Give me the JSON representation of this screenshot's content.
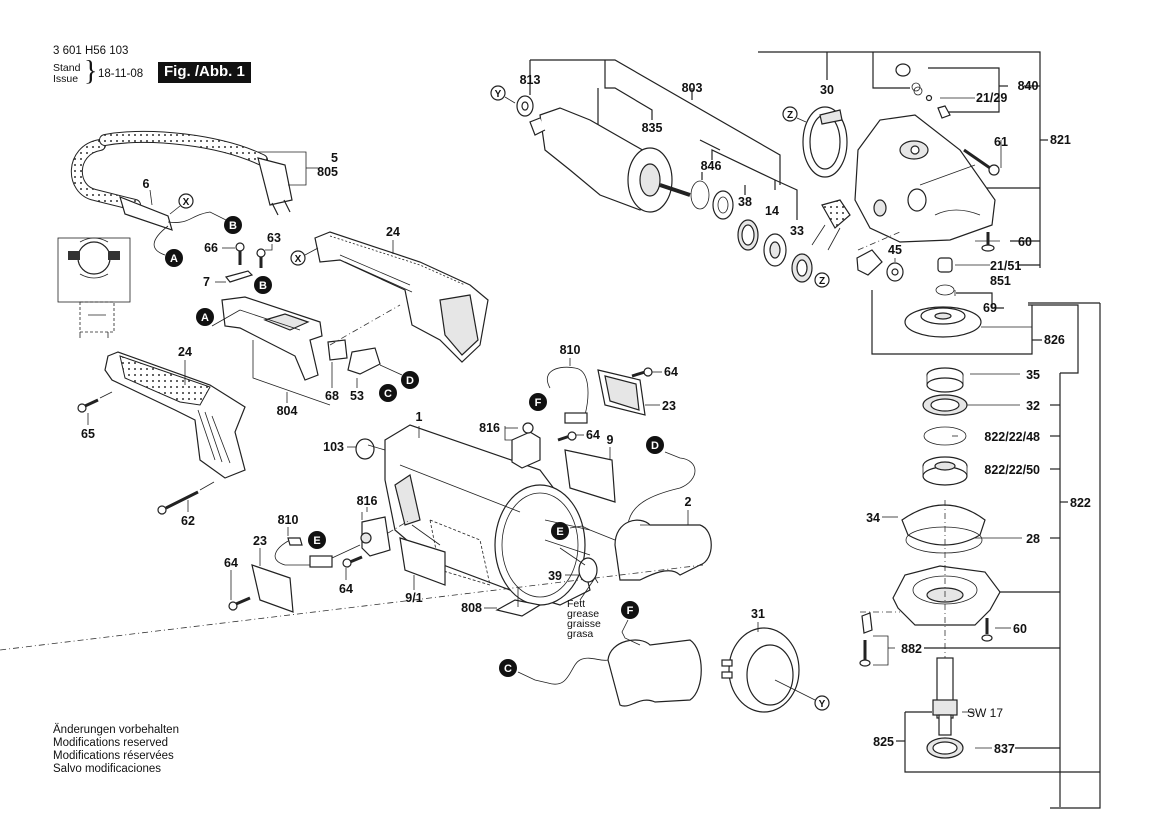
{
  "header": {
    "doc_number": "3 601 H56 103",
    "stand_label": "Stand",
    "issue_label": "Issue",
    "issue_date": "18-11-08",
    "figure_label": "Fig. /Abb. 1"
  },
  "disclaimer": [
    "Änderungen vorbehalten",
    "Modifications reserved",
    "Modifications réservées",
    "Salvo modificaciones"
  ],
  "grease_note": [
    "Fett",
    "grease",
    "graisse",
    "grasa"
  ],
  "connector_labels": {
    "A": "A",
    "B": "B",
    "C": "C",
    "D": "D",
    "E": "E",
    "F": "F"
  },
  "reference_labels": {
    "X": "X",
    "Y": "Y",
    "Z": "Z"
  },
  "parts": {
    "cable_group": [
      "5",
      "805"
    ],
    "cable_grommet": "6",
    "screw_66": "66",
    "screw_63": "63",
    "clamp_7": "7",
    "handle_top": "24",
    "handle_bottom": "24",
    "screw_65": "65",
    "screw_62": "62",
    "switch_assembly": "804",
    "part_68": "68",
    "part_53": "53",
    "armature_bracket": "803",
    "bearing_813": "813",
    "armature_835": "835",
    "retaining_846": "846",
    "part_38": "38",
    "bearing_14": "14",
    "part_33": "33",
    "gear_30": "30",
    "kit_840": "840",
    "part_21_29": "21/29",
    "screw_61": "61",
    "gear_housing_821": "821",
    "screw_60_top": "60",
    "part_21_51": "21/51",
    "part_851": "851",
    "nut_45": "45",
    "ring_69": "69",
    "gear_826": "826",
    "bearing_35": "35",
    "part_32": "32",
    "circlip_822_22_48": "822/22/48",
    "bearing_822_22_50": "822/22/50",
    "flange_assembly_822": "822",
    "part_34": "34",
    "oring_28": "28",
    "screw_60_bottom": "60",
    "set_882": "882",
    "spindle_825": "825",
    "wrench_size": "SW 17",
    "nut_837": "837",
    "motor_housing_1": "1",
    "part_103": "103",
    "brush_holder_816_top": "816",
    "brush_holder_816_left": "816",
    "brush_810_top": "810",
    "brush_810_left": "810",
    "screw_64_a": "64",
    "screw_64_b": "64",
    "screw_64_c": "64",
    "screw_64_d": "64",
    "cover_23_right": "23",
    "cover_23_left": "23",
    "label_9": "9",
    "label_9_1": "9/1",
    "label_808": "808",
    "field_2": "2",
    "part_39": "39",
    "baffle_31": "31"
  }
}
